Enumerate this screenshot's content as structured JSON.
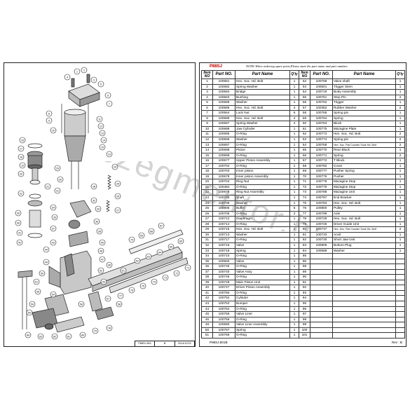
{
  "parts_sheet": {
    "model": "P88SJ",
    "note": "NOTE:When ordering spare parts,Please state the part name and part number.",
    "headers": {
      "item_no": "Item NO",
      "part_no": "Part NO.",
      "part_name": "Part Name",
      "qty": "Q'ty"
    },
    "rows": [
      {
        "l": [
          "1",
          "100681",
          "Hex. Soc. Hd. Bolt",
          "1"
        ],
        "r": [
          "52",
          "100758",
          "Valve shaft",
          "1"
        ]
      },
      {
        "l": [
          "2",
          "100682",
          "Spring Washer",
          "1"
        ],
        "r": [
          "53",
          "100601",
          "Trigger Stem",
          "1"
        ]
      },
      {
        "l": [
          "3",
          "100684",
          "Bridge",
          "1"
        ],
        "r": [
          "54",
          "100719",
          "Body Assembly",
          "1"
        ]
      },
      {
        "l": [
          "4",
          "100683",
          "Bushing",
          "1"
        ],
        "r": [
          "55",
          "100761",
          "Step Pin",
          "2"
        ]
      },
      {
        "l": [
          "5",
          "100685",
          "Washer",
          "1"
        ],
        "r": [
          "56",
          "100762",
          "Trigger",
          "1"
        ]
      },
      {
        "l": [
          "6",
          "100686",
          "Hex. Soc. Hd. Bolt",
          "4"
        ],
        "r": [
          "57",
          "100352",
          "Rubber Washer",
          "2"
        ]
      },
      {
        "l": [
          "7",
          "100554",
          "Lock Nut",
          "6"
        ],
        "r": [
          "58",
          "100765",
          "Spring pin",
          "1"
        ]
      },
      {
        "l": [
          "8",
          "100689",
          "Hex. Soc. Hd. Bolt",
          "4"
        ],
        "r": [
          "59",
          "100764",
          "Spring",
          "1"
        ]
      },
      {
        "l": [
          "9",
          "100687",
          "Spring Washer",
          "4"
        ],
        "r": [
          "60",
          "100763",
          "Block",
          "1"
        ]
      },
      {
        "l": [
          "10",
          "100688",
          "Jaw Cylinder",
          "1"
        ],
        "r": [
          "61",
          "100775",
          "Mazagine Plate",
          "1"
        ]
      },
      {
        "l": [
          "11",
          "100695",
          "O-Ring",
          "1"
        ],
        "r": [
          "62",
          "100773",
          "Hex. Soc. Hd. Bolt",
          "2"
        ]
      },
      {
        "l": [
          "12",
          "100696",
          "Washer",
          "1"
        ],
        "r": [
          "63",
          "100774",
          "Spring pin",
          "2"
        ]
      },
      {
        "l": [
          "13",
          "100697",
          "O-Ring",
          "1"
        ],
        "r": [
          "64",
          "100769",
          "Hex. Soc. Flat Counter Sunk Hd. Bolt",
          "2"
        ]
      },
      {
        "l": [
          "14",
          "100698",
          "Piston",
          "1"
        ],
        "r": [
          "65",
          "100770",
          "Rear Block",
          "1"
        ]
      },
      {
        "l": [
          "15",
          "100699",
          "O-Ring",
          "1"
        ],
        "r": [
          "66",
          "100771",
          "Spring",
          "2"
        ]
      },
      {
        "l": [
          "16",
          "100677",
          "Upper Piston Assembly",
          "1"
        ],
        "r": [
          "67",
          "100772",
          "T Block",
          "1"
        ]
      },
      {
        "l": [
          "17",
          "100702",
          "O-Ring",
          "1"
        ],
        "r": [
          "68",
          "100782",
          "Cover",
          "1"
        ]
      },
      {
        "l": [
          "18",
          "100703",
          "Inner piston",
          "1"
        ],
        "r": [
          "69",
          "100777",
          "Pusher Spring",
          "1"
        ]
      },
      {
        "l": [
          "19",
          "100678",
          "Inner piston Assembly",
          "1"
        ],
        "r": [
          "70",
          "100776",
          "Pusher",
          "1"
        ]
      },
      {
        "l": [
          "20",
          "100704",
          "Ring Nut",
          "1"
        ],
        "r": [
          "71",
          "100778",
          "Mazagine Stop",
          "1"
        ]
      },
      {
        "l": [
          "21",
          "100484",
          "O-Ring",
          "1"
        ],
        "r": [
          "72",
          "100779",
          "Mazagine Stop",
          "1"
        ]
      },
      {
        "l": [
          "22",
          "100679",
          "Ring Nut Assembly",
          "1"
        ],
        "r": [
          "73",
          "100788",
          "Mazagine Unit",
          "1"
        ]
      },
      {
        "l": [
          "23",
          "100706",
          "Shaft",
          "1"
        ],
        "r": [
          "74",
          "100787",
          "End Bracket",
          "1"
        ]
      },
      {
        "l": [
          "24",
          "100708",
          "Washer",
          "1"
        ],
        "r": [
          "75",
          "100783",
          "Hex. Soc. Hd. Bolt",
          "1"
        ]
      },
      {
        "l": [
          "25",
          "100805",
          "Buffer",
          "5"
        ],
        "r": [
          "76",
          "100800",
          "Pulley",
          "1"
        ]
      },
      {
        "l": [
          "26",
          "100705",
          "O-Ring",
          "2"
        ],
        "r": [
          "77",
          "100799",
          "Axle",
          "1"
        ]
      },
      {
        "l": [
          "27",
          "100712",
          "Diaphragm",
          "1"
        ],
        "r": [
          "78",
          "100729",
          "Hex. Soc. Hd. Bolt",
          "1"
        ]
      },
      {
        "l": [
          "28",
          "100714",
          "O-Ring",
          "1"
        ],
        "r": [
          "79",
          "100725",
          "Driver Guide Unit",
          "1"
        ]
      },
      {
        "l": [
          "29",
          "100715",
          "Hex. Soc. Hd. Bolt",
          "4"
        ],
        "r": [
          "80",
          "100737",
          "Hex. Soc. Flat Counter Sunk Hd. Bolt",
          "2"
        ]
      },
      {
        "l": [
          "30",
          "100713",
          "Washer",
          "1"
        ],
        "r": [
          "81",
          "100733",
          "Anvil",
          "1"
        ]
      },
      {
        "l": [
          "31",
          "100717",
          "O-Ring",
          "1"
        ],
        "r": [
          "82",
          "100730",
          "Short Jaw Unit",
          "1"
        ]
      },
      {
        "l": [
          "32",
          "100716",
          "Valve",
          "1"
        ],
        "r": [
          "83",
          "100809",
          "Bottom Plug",
          "1"
        ]
      },
      {
        "l": [
          "33",
          "100718",
          "Spring",
          "1"
        ],
        "r": [
          "84",
          "100688",
          "Washer",
          "1"
        ]
      },
      {
        "l": [
          "34",
          "100710",
          "O-Ring",
          "1"
        ],
        "r": [
          "85",
          "",
          "",
          " "
        ]
      },
      {
        "l": [
          "35",
          "100600",
          "Valve",
          "1"
        ],
        "r": [
          "86",
          "",
          "",
          " "
        ]
      },
      {
        "l": [
          "36",
          "100745",
          "O-Ring",
          "1"
        ],
        "r": [
          "88",
          "",
          "",
          " "
        ]
      },
      {
        "l": [
          "37",
          "100740",
          "Valve Assy",
          "1"
        ],
        "r": [
          "89",
          "",
          "",
          " "
        ]
      },
      {
        "l": [
          "38",
          "100746",
          "O-Ring",
          "1"
        ],
        "r": [
          "90",
          "",
          "",
          " "
        ]
      },
      {
        "l": [
          "39",
          "100749",
          "Main Piston Unit",
          "1"
        ],
        "r": [
          "91",
          "",
          "",
          " "
        ]
      },
      {
        "l": [
          "40",
          "100747",
          "Driver Piston Assembly",
          "1"
        ],
        "r": [
          "92",
          "",
          "",
          " "
        ]
      },
      {
        "l": [
          "41",
          "100766",
          "O-Ring",
          "1"
        ],
        "r": [
          "93",
          "",
          "",
          " "
        ]
      },
      {
        "l": [
          "42",
          "100752",
          "Cylinder",
          "1"
        ],
        "r": [
          "94",
          "",
          "",
          " "
        ]
      },
      {
        "l": [
          "43",
          "100753",
          "Bumper",
          "1"
        ],
        "r": [
          "95",
          "",
          "",
          " "
        ]
      },
      {
        "l": [
          "44",
          "100754",
          "O-Ring",
          "1"
        ],
        "r": [
          "96",
          "",
          "",
          " "
        ]
      },
      {
        "l": [
          "45",
          "100755",
          "Valve Liner",
          "1"
        ],
        "r": [
          "97",
          "",
          "",
          " "
        ]
      },
      {
        "l": [
          "46",
          "100756",
          "O-Ring",
          "1"
        ],
        "r": [
          "98",
          "",
          "",
          " "
        ]
      },
      {
        "l": [
          "49",
          "100680",
          "Valve Liner Assembly",
          "1"
        ],
        "r": [
          "99",
          "",
          "",
          " "
        ]
      },
      {
        "l": [
          "50",
          "100757",
          "Spring",
          "1"
        ],
        "r": [
          "100",
          "",
          "",
          " "
        ]
      },
      {
        "l": [
          "51",
          "100759",
          "O-Ring",
          "1"
        ],
        "r": [
          "101",
          "",
          "",
          " "
        ]
      }
    ],
    "doc_code": "P88SJ.801B",
    "revision": "Rev : B"
  },
  "drawing": {
    "ref_cells": [
      "P88SJ.801",
      "B",
      "2014/12/22"
    ],
    "callouts": [
      "1",
      "2",
      "3",
      "4",
      "5",
      "6",
      "7",
      "8",
      "9",
      "10",
      "11",
      "12",
      "13",
      "14",
      "15",
      "16",
      "17",
      "18",
      "19",
      "20",
      "21",
      "22",
      "23",
      "24",
      "25",
      "26",
      "27",
      "28",
      "29",
      "30",
      "31",
      "32",
      "33",
      "34",
      "35",
      "36",
      "37",
      "38",
      "39",
      "40",
      "41",
      "42",
      "43",
      "44",
      "45",
      "46",
      "47",
      "48",
      "49",
      "50",
      "51",
      "52",
      "53",
      "54",
      "55",
      "56",
      "57",
      "58",
      "59",
      "60",
      "61",
      "62",
      "63",
      "64",
      "65",
      "66",
      "67",
      "68",
      "69",
      "70",
      "71",
      "72",
      "73",
      "74",
      "75",
      "76",
      "77",
      "78",
      "79",
      "80",
      "81",
      "82",
      "83",
      "84"
    ]
  },
  "watermark": "szegmentor.hu"
}
